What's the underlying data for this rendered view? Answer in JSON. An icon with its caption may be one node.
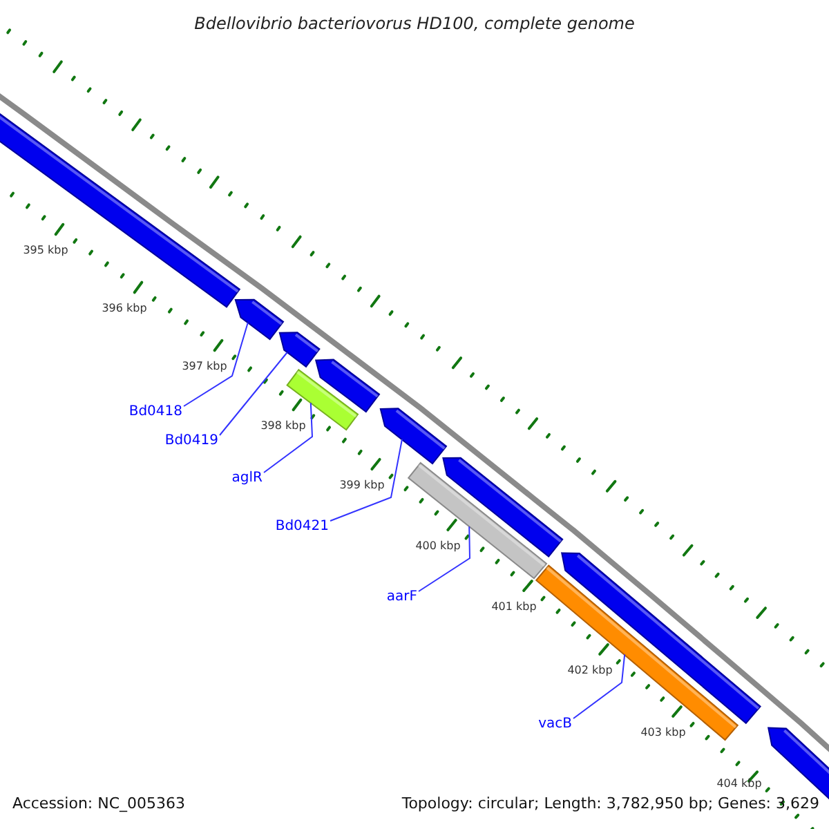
{
  "diagram": {
    "title": "Bdellovibrio bacteriovorus HD100, complete genome",
    "nodes": [
      {
        "text": [
          "Bd0418"
        ]
      },
      {
        "text": [
          "Bd0419"
        ]
      },
      {
        "text": [
          "aglR"
        ]
      },
      {
        "text": [
          "Bd0421"
        ]
      },
      {
        "text": [
          "aarF"
        ]
      },
      {
        "text": [
          "vacB"
        ]
      },
      {
        "text": [],
        "shape": "pentagon"
      },
      {
        "text": [],
        "shape": "pentagon"
      },
      {
        "text": [],
        "shape": "pentagon"
      },
      {
        "text": [],
        "shape": "bar"
      },
      {
        "text": [],
        "shape": "pentagon"
      },
      {
        "text": [],
        "shape": "pentagon"
      },
      {
        "text": [],
        "shape": "bar"
      },
      {
        "text": [],
        "shape": "pentagon"
      },
      {
        "text": [],
        "shape": "bar"
      },
      {
        "text": [],
        "shape": "pentagon"
      },
      {
        "text": [],
        "shape": "pentagon"
      }
    ],
    "edges": [
      {
        "from": 0,
        "to": 7,
        "arrow": "none"
      },
      {
        "from": 1,
        "to": 8,
        "arrow": "none"
      },
      {
        "from": 2,
        "to": 9,
        "arrow": "none"
      },
      {
        "from": 3,
        "to": 11,
        "arrow": "none"
      },
      {
        "from": 4,
        "to": 12,
        "arrow": "none"
      },
      {
        "from": 5,
        "to": 14,
        "arrow": "none"
      }
    ],
    "labels": [
      "395 kbp",
      "396 kbp",
      "397 kbp",
      "398 kbp",
      "399 kbp",
      "400 kbp",
      "401 kbp",
      "402 kbp",
      "403 kbp",
      "404 kbp",
      "Accession: NC_005363",
      "Topology: circular; Length: 3,782,950 bp; Genes: 3,629"
    ]
  }
}
